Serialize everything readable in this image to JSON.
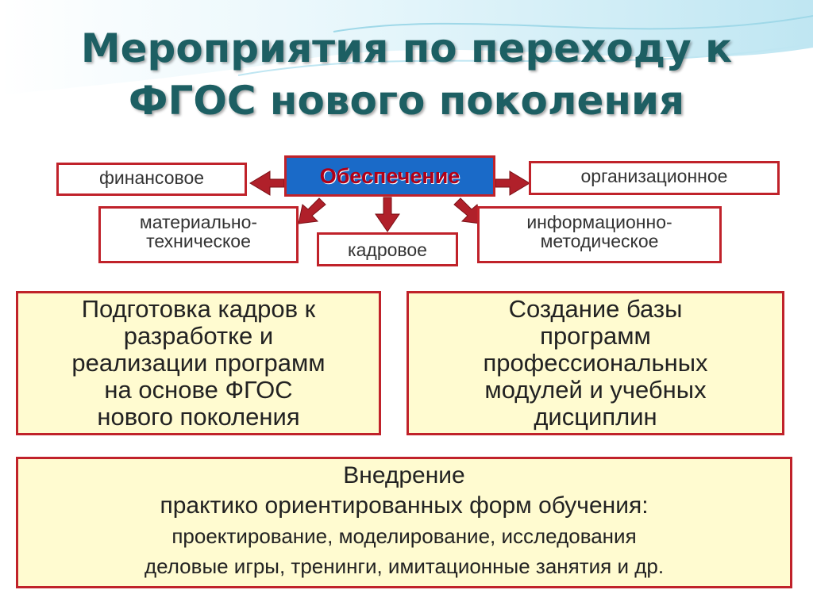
{
  "slide": {
    "title_line1": "Мероприятия по переходу к",
    "title_line2": "ФГОС нового поколения"
  },
  "support": {
    "center": "Обеспечение",
    "financial": "финансовое",
    "organizational": "организационное",
    "material_1": "материально-",
    "material_2": "техническое",
    "personnel": "кадровое",
    "info_1": "информационно-",
    "info_2": "методическое"
  },
  "blocks": {
    "training": [
      "Подготовка кадров к",
      "разработке и",
      "реализации программ",
      "на основе ФГОС",
      "нового поколения"
    ],
    "database": [
      "Создание базы",
      "программ",
      "профессиональных",
      "модулей и учебных",
      "дисциплин"
    ],
    "implementation_1": "Внедрение",
    "implementation_2": "практико ориентированных форм обучения:",
    "implementation_3": "проектирование, моделирование, исследования",
    "implementation_4": "деловые игры, тренинги, имитационные занятия и др."
  },
  "colors": {
    "title": "#1d5f63",
    "border": "#c0222a",
    "center_fill": "#1a6ac8",
    "yellow_fill": "#fffbd0",
    "arrow": "#b0202a"
  }
}
